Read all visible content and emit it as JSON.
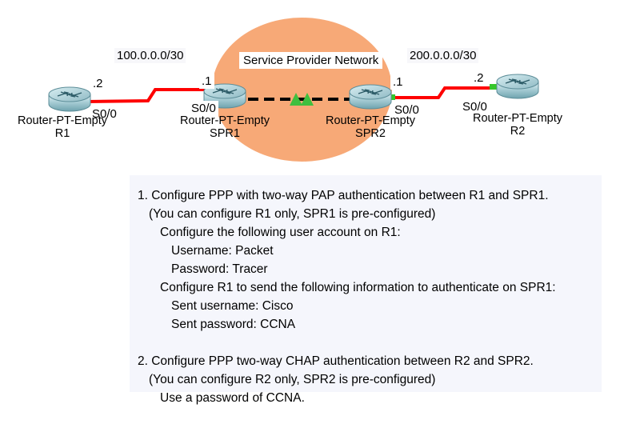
{
  "diagram": {
    "cloud_label": "Service Provider Network",
    "cloud_color": "#f7a977",
    "link_color": "#fe0000",
    "wan_link_color": "#000000",
    "interface_led_color": "#36c62b",
    "networks": [
      {
        "label": "100.0.0.0/30"
      },
      {
        "label": "200.0.0.0/30"
      }
    ],
    "devices": [
      {
        "model": "Router-PT-Empty",
        "name": "R1",
        "interface": "S0/0",
        "address_suffix": ".2"
      },
      {
        "model": "Router-PT-Empty",
        "name": "SPR1",
        "interface": "S0/0",
        "address_suffix": ".1"
      },
      {
        "model": "Router-PT-Empty",
        "name": "SPR2",
        "interface": "S0/0",
        "address_suffix": ".1"
      },
      {
        "model": "Router-PT-Empty",
        "name": "R2",
        "interface": "S0/0",
        "address_suffix": ".2"
      }
    ]
  },
  "instructions": {
    "background": "#f5f6fc",
    "lines": [
      {
        "indent": 0,
        "text": "1. Configure PPP with two-way PAP authentication between R1 and SPR1."
      },
      {
        "indent": 1,
        "text": "(You can configure R1 only, SPR1 is pre-configured)"
      },
      {
        "indent": 2,
        "text": "Configure the following user account on R1:"
      },
      {
        "indent": 3,
        "text": "Username: Packet"
      },
      {
        "indent": 3,
        "text": "Password: Tracer"
      },
      {
        "indent": 2,
        "text": "Configure R1 to send the following information to authenticate on SPR1:"
      },
      {
        "indent": 3,
        "text": "Sent username: Cisco"
      },
      {
        "indent": 3,
        "text": "Sent password: CCNA"
      },
      {
        "indent": 0,
        "text": ""
      },
      {
        "indent": 0,
        "text": "2. Configure PPP two-way CHAP authentication between R2 and SPR2."
      },
      {
        "indent": 1,
        "text": "(You can configure R2 only, SPR2 is pre-configured)"
      },
      {
        "indent": 2,
        "text": "Use a password of CCNA."
      }
    ]
  }
}
